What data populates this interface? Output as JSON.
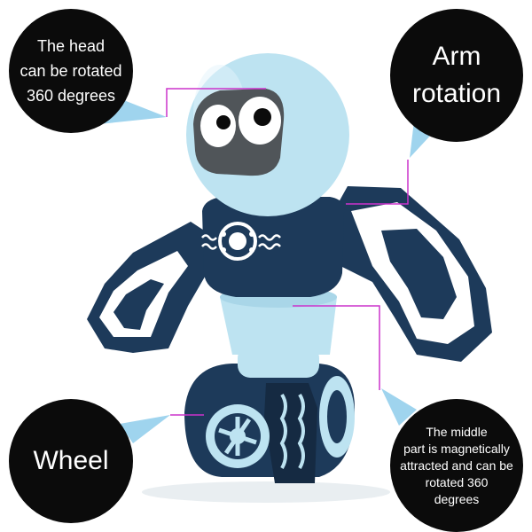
{
  "callouts": {
    "head": "The head\ncan be rotated\n360 degrees",
    "arm": "Arm\nrotation",
    "wheel": "Wheel",
    "middle": "The middle\npart is magnetically\nattracted and can be\nrotated 360\ndegrees"
  },
  "colors": {
    "bubble": "#0b0b0b",
    "tail": "#9fd4ee",
    "leader": "#cc33cc",
    "toy_light_blue": "#bde3f1",
    "toy_navy": "#1d3a5a"
  }
}
